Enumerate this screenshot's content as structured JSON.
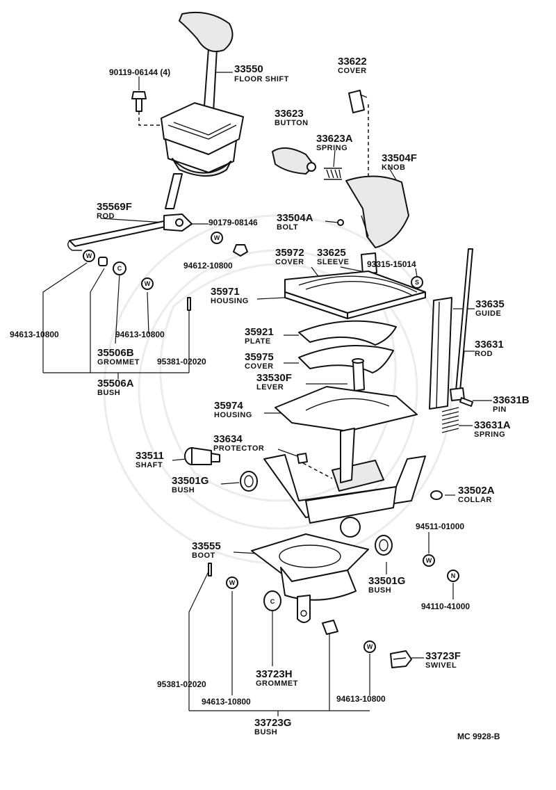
{
  "diagram_ref": "MC  9928-B",
  "parts": [
    {
      "id": "p33550",
      "number": "33550",
      "name": "FLOOR SHIFT"
    },
    {
      "id": "p90119",
      "number": "90119-06144 (4)",
      "name": ""
    },
    {
      "id": "p33622",
      "number": "33622",
      "name": "COVER"
    },
    {
      "id": "p33623",
      "number": "33623",
      "name": "BUTTON"
    },
    {
      "id": "p33623A",
      "number": "33623A",
      "name": "SPRING"
    },
    {
      "id": "p33504F",
      "number": "33504F",
      "name": "KNOB"
    },
    {
      "id": "p35569F",
      "number": "35569F",
      "name": "ROD"
    },
    {
      "id": "p90179",
      "number": "90179-08146",
      "name": ""
    },
    {
      "id": "p33504A",
      "number": "33504A",
      "name": "BOLT"
    },
    {
      "id": "p94612",
      "number": "94612-10800",
      "name": ""
    },
    {
      "id": "p35972",
      "number": "35972",
      "name": "COVER"
    },
    {
      "id": "p33625",
      "number": "33625",
      "name": "SLEEVE"
    },
    {
      "id": "p93315",
      "number": "93315-15014",
      "name": ""
    },
    {
      "id": "p35971",
      "number": "35971",
      "name": "HOUSING"
    },
    {
      "id": "p33635",
      "number": "33635",
      "name": "GUIDE"
    },
    {
      "id": "p94613a",
      "number": "94613-10800",
      "name": ""
    },
    {
      "id": "p94613b",
      "number": "94613-10800",
      "name": ""
    },
    {
      "id": "p35921",
      "number": "35921",
      "name": "PLATE"
    },
    {
      "id": "p33631",
      "number": "33631",
      "name": "ROD"
    },
    {
      "id": "p35506B",
      "number": "35506B",
      "name": "GROMMET"
    },
    {
      "id": "p95381a",
      "number": "95381-02020",
      "name": ""
    },
    {
      "id": "p35975",
      "number": "35975",
      "name": "COVER"
    },
    {
      "id": "p33530F",
      "number": "33530F",
      "name": "LEVER"
    },
    {
      "id": "p35506A",
      "number": "35506A",
      "name": "BUSH"
    },
    {
      "id": "p35974",
      "number": "35974",
      "name": "HOUSING"
    },
    {
      "id": "p33631B",
      "number": "33631B",
      "name": "PIN"
    },
    {
      "id": "p33631A",
      "number": "33631A",
      "name": "SPRING"
    },
    {
      "id": "p33634",
      "number": "33634",
      "name": "PROTECTOR"
    },
    {
      "id": "p33511",
      "number": "33511",
      "name": "SHAFT"
    },
    {
      "id": "p33501Ga",
      "number": "33501G",
      "name": "BUSH"
    },
    {
      "id": "p33502A",
      "number": "33502A",
      "name": "COLLAR"
    },
    {
      "id": "p94511",
      "number": "94511-01000",
      "name": ""
    },
    {
      "id": "p33555",
      "number": "33555",
      "name": "BOOT"
    },
    {
      "id": "p33501Gb",
      "number": "33501G",
      "name": "BUSH"
    },
    {
      "id": "p94110",
      "number": "94110-41000",
      "name": ""
    },
    {
      "id": "p33723F",
      "number": "33723F",
      "name": "SWIVEL"
    },
    {
      "id": "p33723H",
      "number": "33723H",
      "name": "GROMMET"
    },
    {
      "id": "p95381b",
      "number": "95381-02020",
      "name": ""
    },
    {
      "id": "p94613c",
      "number": "94613-10800",
      "name": ""
    },
    {
      "id": "p94613d",
      "number": "94613-10800",
      "name": ""
    },
    {
      "id": "p33723G",
      "number": "33723G",
      "name": "BUSH"
    }
  ],
  "symbols": {
    "washer": "W",
    "circlip": "C",
    "nut": "N",
    "snap": "S"
  }
}
